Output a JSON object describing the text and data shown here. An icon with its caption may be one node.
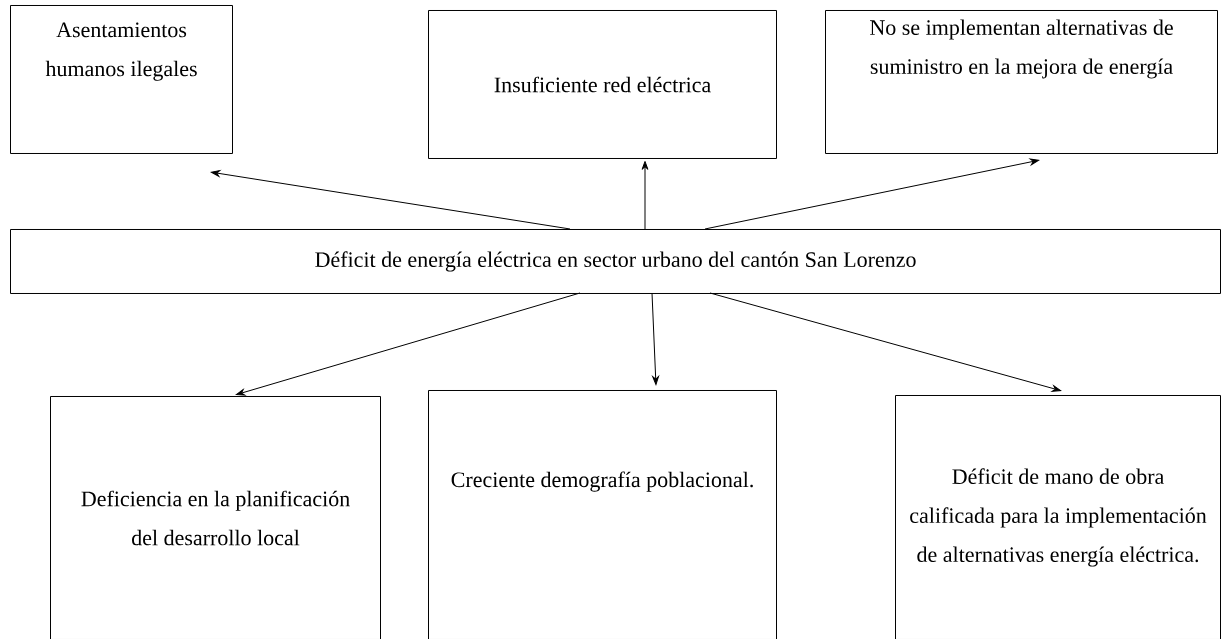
{
  "diagram": {
    "nodes": [
      {
        "text": [
          "Déficit de energía eléctrica en sector urbano del cantón San Lorenzo"
        ]
      },
      {
        "text": [
          "Asentamientos humanos ilegales"
        ]
      },
      {
        "text": [
          "Insuficiente red eléctrica"
        ]
      },
      {
        "text": [
          "No se implementan alternativas de suministro en la mejora de energía"
        ]
      },
      {
        "text": [
          "Deficiencia en la planificación del desarrollo local"
        ]
      },
      {
        "text": [
          "Creciente demografía poblacional."
        ]
      },
      {
        "text": [
          "Déficit de mano de obra calificada para la implementación de alternativas energía eléctrica."
        ]
      }
    ],
    "edges": [
      {
        "from": 0,
        "to": 1,
        "arrow": "to"
      },
      {
        "from": 0,
        "to": 2,
        "arrow": "to"
      },
      {
        "from": 0,
        "to": 3,
        "arrow": "to"
      },
      {
        "from": 0,
        "to": 4,
        "arrow": "to"
      },
      {
        "from": 0,
        "to": 5,
        "arrow": "to"
      },
      {
        "from": 0,
        "to": 6,
        "arrow": "to"
      }
    ]
  }
}
